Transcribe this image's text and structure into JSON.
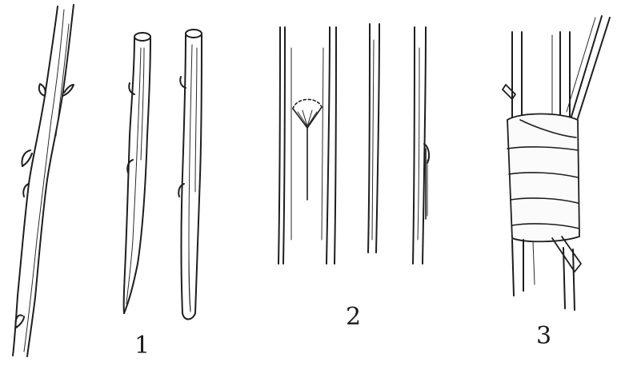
{
  "figure": {
    "labels": {
      "step1": "1",
      "step2": "2",
      "step3": "3"
    },
    "colors": {
      "ink": "#1e1e1e",
      "paper": "#ffffff"
    }
  }
}
